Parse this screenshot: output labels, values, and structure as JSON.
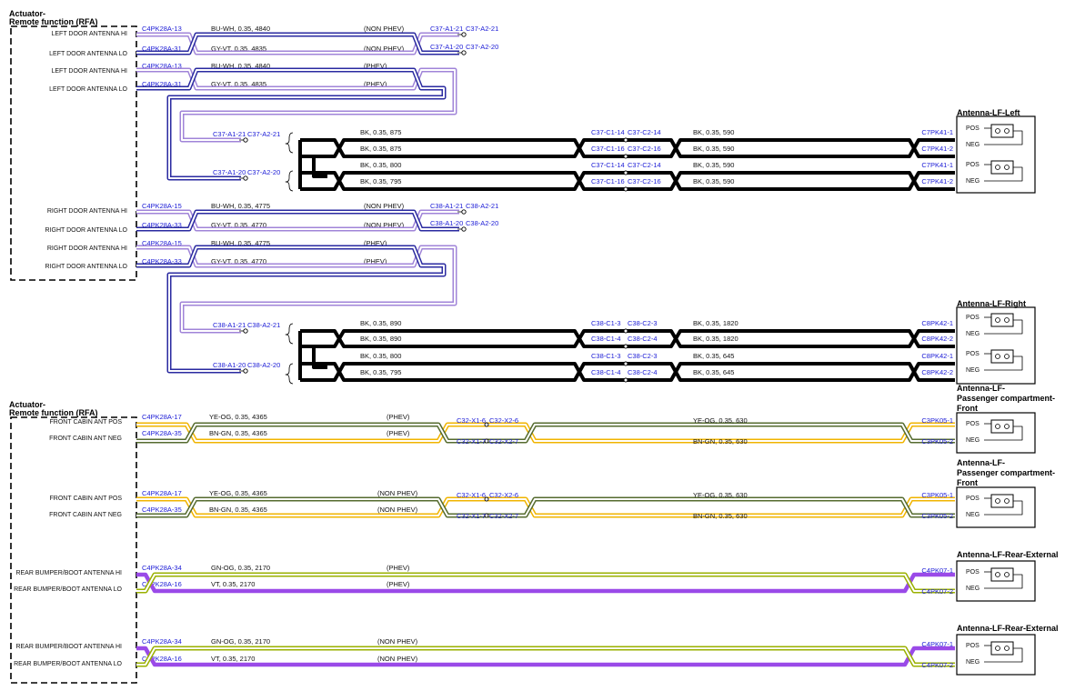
{
  "colors": {
    "connector_text": "#1a1ad6",
    "violet": "#a084d8",
    "blue": "#2a2aa0",
    "black": "#000000",
    "yellow": "#f0b400",
    "dark_green": "#556b2f",
    "light_green": "#9ab000",
    "purple": "#9a4ae8"
  },
  "groups": [
    {
      "title_line1": "Actuator-",
      "title_line2": "Remote function (RFA)",
      "rows": [
        {
          "label": "LEFT DOOR ANTENNA HI",
          "conn": "C4PK28A-13",
          "spec": "BU-WH,  0.35,  4840",
          "var": "(NON PHEV)",
          "end1": "C37-A1-21",
          "end2": "C37-A2-21"
        },
        {
          "label": "LEFT DOOR ANTENNA LO",
          "conn": "C4PK28A-31",
          "spec": "GY-VT,  0.35,  4835",
          "var": "(NON PHEV)",
          "end1": "C37-A1-20",
          "end2": "C37-A2-20"
        },
        {
          "label": "LEFT DOOR ANTENNA HI",
          "conn": "C4PK28A-13",
          "spec": "BU-WH,  0.35,  4840",
          "var": "(PHEV)"
        },
        {
          "label": "LEFT DOOR ANTENNA LO",
          "conn": "C4PK28A-31",
          "spec": "GY-VT,  0.35,  4835",
          "var": "(PHEV)"
        },
        {
          "label": "RIGHT DOOR ANTENNA HI",
          "conn": "C4PK28A-15",
          "spec": "BU-WH,  0.35,  4775",
          "var": "(NON PHEV)",
          "end1": "C38-A1-21",
          "end2": "C38-A2-21"
        },
        {
          "label": "RIGHT DOOR ANTENNA LO",
          "conn": "C4PK28A-33",
          "spec": "GY-VT,  0.35,  4770",
          "var": "(NON PHEV)",
          "end1": "C38-A1-20",
          "end2": "C38-A2-20"
        },
        {
          "label": "RIGHT DOOR ANTENNA HI",
          "conn": "C4PK28A-15",
          "spec": "BU-WH,  0.35,  4775",
          "var": "(PHEV)"
        },
        {
          "label": "RIGHT DOOR ANTENNA LO",
          "conn": "C4PK28A-33",
          "spec": "GY-VT,  0.35,  4770",
          "var": "(PHEV)"
        }
      ]
    },
    {
      "title_line1": "Actuator-",
      "title_line2": "Remote function (RFA)",
      "rows": [
        {
          "label": "FRONT CABIN ANT POS",
          "conn": "C4PK28A-17",
          "spec": "YE-OG,  0.35,  4365",
          "var": "(PHEV)"
        },
        {
          "label": "FRONT CABIN ANT NEG",
          "conn": "C4PK28A-35",
          "spec": "BN-GN,  0.35,  4365",
          "var": "(PHEV)"
        },
        {
          "label": "FRONT CABIN ANT POS",
          "conn": "C4PK28A-17",
          "spec": "YE-OG,  0.35,  4365",
          "var": "(NON PHEV)"
        },
        {
          "label": "FRONT CABIN ANT NEG",
          "conn": "C4PK28A-35",
          "spec": "BN-GN,  0.35,  4365",
          "var": "(NON PHEV)"
        },
        {
          "label": "REAR BUMPER/BOOT ANTENNA HI",
          "conn": "C4PK28A-34",
          "spec": "GN-OG,  0.35,  2170",
          "var": "(PHEV)"
        },
        {
          "label": "REAR BUMPER/BOOT ANTENNA LO",
          "conn": "C4PK28A-16",
          "spec": "VT,  0.35,  2170",
          "var": "(PHEV)"
        },
        {
          "label": "REAR BUMPER/BOOT ANTENNA HI",
          "conn": "C4PK28A-34",
          "spec": "GN-OG,  0.35,  2170",
          "var": "(NON PHEV)"
        },
        {
          "label": "REAR BUMPER/BOOT ANTENNA LO",
          "conn": "C4PK28A-16",
          "spec": "VT,  0.35,  2170",
          "var": "(NON PHEV)"
        }
      ]
    }
  ],
  "junctions": [
    {
      "in1": "C37-A1-21",
      "in2": "C37-A2-21",
      "in3": "C37-A1-20",
      "in4": "C37-A2-20",
      "wires": [
        {
          "spec": "BK,  0.35,  875",
          "mid1": "C37-C1-14",
          "mid2": "C37-C2-14",
          "spec2": "BK,  0.35,  590",
          "pin": "C7PK41-1"
        },
        {
          "spec": "BK,  0.35,  875",
          "mid1": "C37-C1-16",
          "mid2": "C37-C2-16",
          "spec2": "BK,  0.35,  590",
          "pin": "C7PK41-2"
        },
        {
          "spec": "BK,  0.35,  800",
          "mid1": "C37-C1-14",
          "mid2": "C37-C2-14",
          "spec2": "BK,  0.35,  590",
          "pin": "C7PK41-1"
        },
        {
          "spec": "BK,  0.35,  795",
          "mid1": "C37-C1-16",
          "mid2": "C37-C2-16",
          "spec2": "BK,  0.35,  590",
          "pin": "C7PK41-2"
        }
      ]
    },
    {
      "in1": "C38-A1-21",
      "in2": "C38-A2-21",
      "in3": "C38-A1-20",
      "in4": "C38-A2-20",
      "wires": [
        {
          "spec": "BK,  0.35,  890",
          "mid1": "C38-C1-3",
          "mid2": "C38-C2-3",
          "spec2": "BK,  0.35,  1820",
          "pin": "C8PK42-1"
        },
        {
          "spec": "BK,  0.35,  890",
          "mid1": "C38-C1-4",
          "mid2": "C38-C2-4",
          "spec2": "BK,  0.35,  1820",
          "pin": "C8PK42-2"
        },
        {
          "spec": "BK,  0.35,  800",
          "mid1": "C38-C1-3",
          "mid2": "C38-C2-3",
          "spec2": "BK,  0.35,  645",
          "pin": "C8PK42-1"
        },
        {
          "spec": "BK,  0.35,  795",
          "mid1": "C38-C1-4",
          "mid2": "C38-C2-4",
          "spec2": "BK,  0.35,  645",
          "pin": "C8PK42-2"
        }
      ]
    }
  ],
  "front_pairs": [
    {
      "mid1a": "C32-X1-6",
      "mid2a": "C32-X2-6",
      "mid1b": "C32-X1-7",
      "mid2b": "C32-X2-7",
      "spec_a": "YE-OG,  0.35,  630",
      "spec_b": "BN-GN,  0.35,  630",
      "pin_a": "C3PK05-1",
      "pin_b": "C3PK05-2"
    },
    {
      "mid1a": "C32-X1-6",
      "mid2a": "C32-X2-6",
      "mid1b": "C32-X1-7",
      "mid2b": "C32-X2-7",
      "spec_a": "YE-OG,  0.35,  630",
      "spec_b": "BN-GN,  0.35,  630",
      "pin_a": "C3PK05-1",
      "pin_b": "C3PK05-2"
    }
  ],
  "rear_pairs": [
    {
      "pin_a": "C4PK07-1",
      "pin_b": "C4PK07-2"
    },
    {
      "pin_a": "C4PK07-1",
      "pin_b": "C4PK07-2"
    }
  ],
  "components": [
    {
      "line1": "Antenna-LF-Left",
      "pos": "POS",
      "neg": "NEG"
    },
    {
      "line1": "Antenna-LF-Right",
      "pos": "POS",
      "neg": "NEG"
    },
    {
      "line1": "Antenna-LF-",
      "line2": "Passenger compartment-",
      "line3": "Front",
      "pos": "POS",
      "neg": "NEG"
    },
    {
      "line1": "Antenna-LF-",
      "line2": "Passenger compartment-",
      "line3": "Front",
      "pos": "POS",
      "neg": "NEG"
    },
    {
      "line1": "Antenna-LF-Rear-External",
      "pos": "POS",
      "neg": "NEG"
    },
    {
      "line1": "Antenna-LF-Rear-External",
      "pos": "POS",
      "neg": "NEG"
    }
  ]
}
